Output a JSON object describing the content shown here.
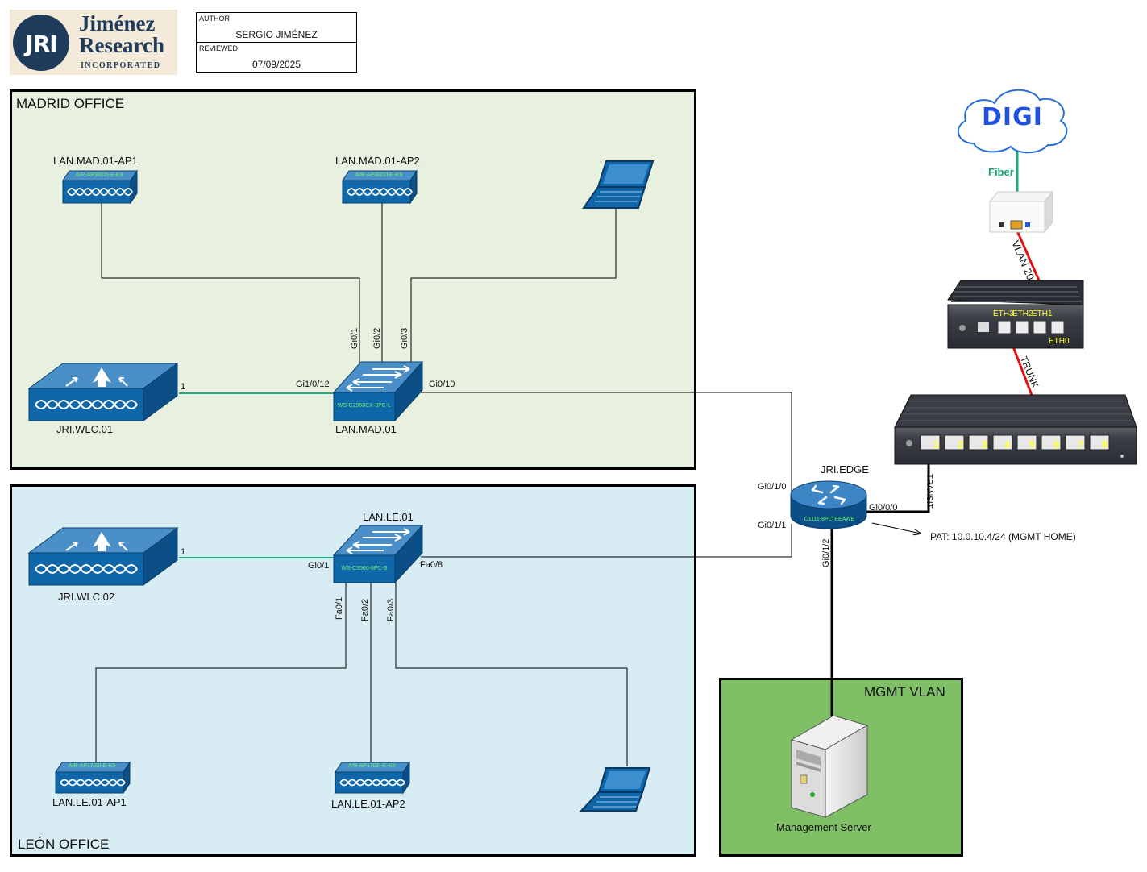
{
  "logo": {
    "initials": "JRI",
    "name_line1": "Jiménez",
    "name_line2": "Research",
    "tagline": "INCORPORATED"
  },
  "title_block": {
    "author_label": "AUTHOR",
    "author": "SERGIO JIMÉNEZ",
    "reviewed_label": "REVIEWED",
    "reviewed_date": "07/09/2025"
  },
  "regions": {
    "madrid": {
      "title": "MADRID OFFICE",
      "fill": "#e8f0e0"
    },
    "leon": {
      "title": "LEÓN OFFICE",
      "fill": "#d8ecf3"
    },
    "mgmt": {
      "title": "MGMT VLAN",
      "fill": "#7fbf66"
    }
  },
  "devices": {
    "mad_ap1": {
      "name": "LAN.MAD.01-AP1",
      "model": "AIR-AP3802I-E-K9"
    },
    "mad_ap2": {
      "name": "LAN.MAD.01-AP2",
      "model": "AIR-AP3802I-E-K9"
    },
    "mad_switch": {
      "name": "LAN.MAD.01",
      "model": "WS-C2960CX-8PC-L"
    },
    "wlc1": {
      "name": "JRI.WLC.01"
    },
    "le_switch": {
      "name": "LAN.LE.01",
      "model": "WS-C3560-8PC-S"
    },
    "wlc2": {
      "name": "JRI.WLC.02"
    },
    "le_ap1": {
      "name": "LAN.LE.01-AP1",
      "model": "AIR-AP1702I-E-K9"
    },
    "le_ap2": {
      "name": "LAN.LE.01-AP2",
      "model": "AIR-AP1702I-E-K9"
    },
    "edge": {
      "name": "JRI.EDGE",
      "model": "C1111-8PLTEEAWE"
    },
    "server": {
      "name": "Management Server"
    },
    "isp": {
      "name": "DIGI"
    }
  },
  "ports": {
    "mad_gi0_1": "Gi0/1",
    "mad_gi0_2": "Gi0/2",
    "mad_gi0_3": "Gi0/3",
    "mad_gi1_0_12": "Gi1/0/12",
    "mad_gi0_10": "Gi0/10",
    "wlc1_1": "1",
    "le_gi0_1": "Gi0/1",
    "le_fa0_8": "Fa0/8",
    "le_fa0_1": "Fa0/1",
    "le_fa0_2": "Fa0/2",
    "le_fa0_3": "Fa0/3",
    "wlc2_1": "1",
    "edge_gi0_1_0": "Gi0/1/0",
    "edge_gi0_1_1": "Gi0/1/1",
    "edge_gi0_0_0": "Gi0/0/0",
    "edge_gi0_1_2": "Gi0/1/2",
    "eth3": "ETH3",
    "eth2": "ETH2",
    "eth1": "ETH1",
    "eth0": "ETH0",
    "sw_ports": [
      "1",
      "2",
      "3",
      "4",
      "5",
      "6",
      "7",
      "8"
    ]
  },
  "links": {
    "fiber": "Fiber",
    "vlan20": "VLAN 20",
    "trunk": "TRUNK",
    "transit": "TRANSIT"
  },
  "annotations": {
    "pat": "PAT: 10.0.10.4/24 (MGMT HOME)"
  },
  "colors": {
    "cisco_blue": "#0f66a8",
    "green_link": "#1fa880",
    "red_link": "#e01010",
    "fiber_label": "#15a070",
    "digi_blue": "#2050e0",
    "port_yellow": "#ffff33"
  }
}
